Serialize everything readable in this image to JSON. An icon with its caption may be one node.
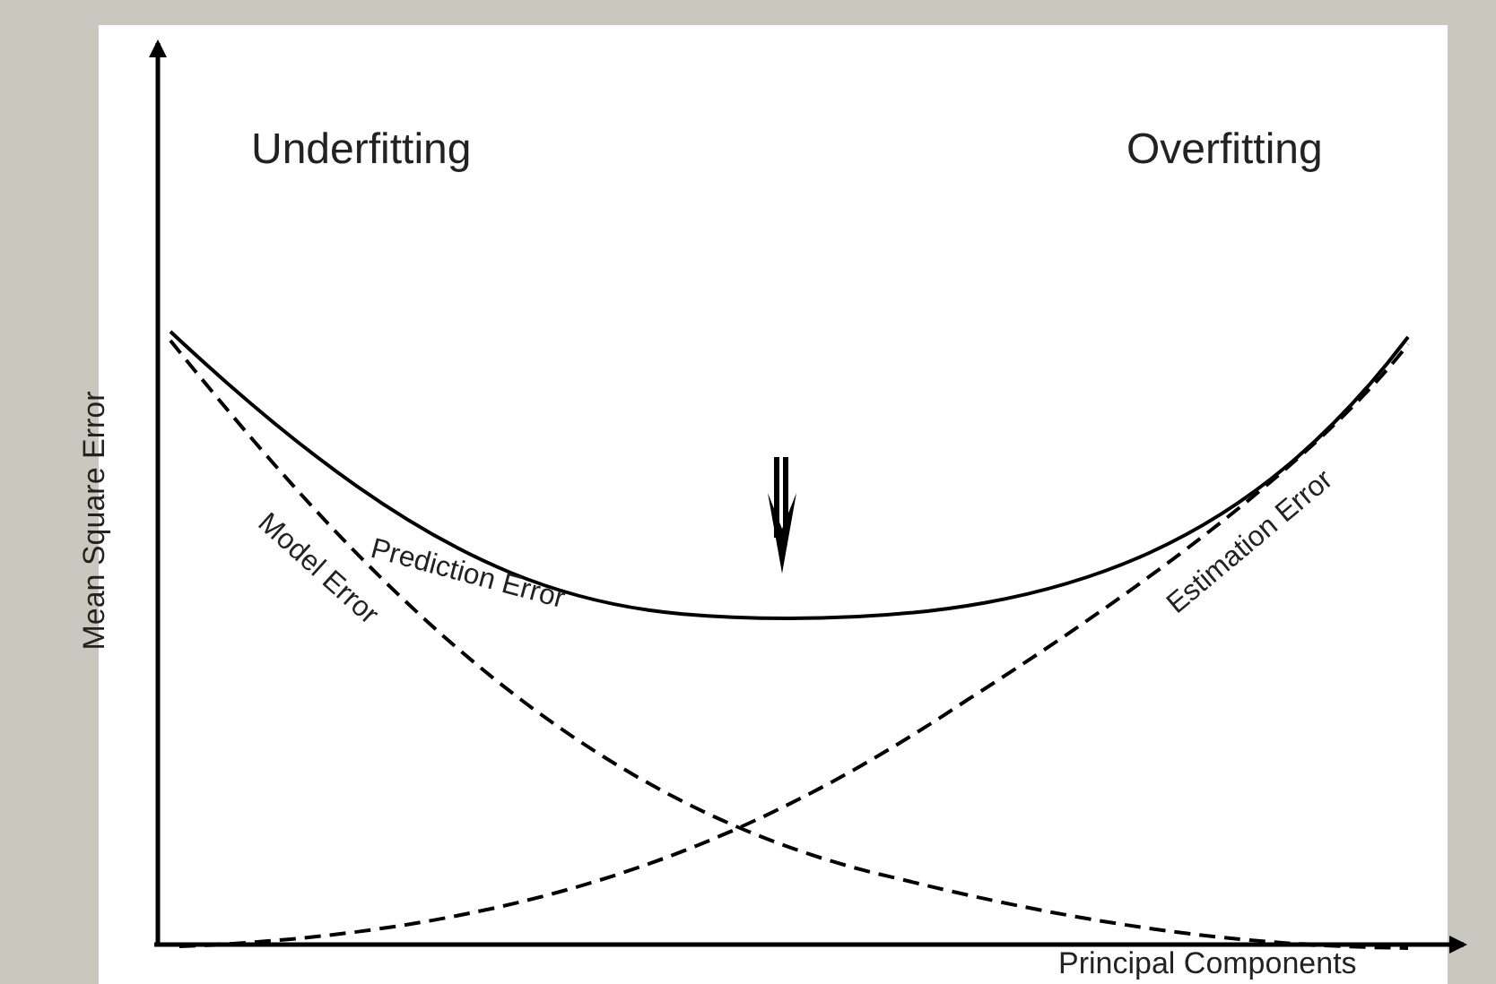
{
  "diagram": {
    "labels": [
      "Underfitting",
      "Overfitting",
      "Mean Square Error",
      "Prediction Error",
      "Model Error",
      "Estimation Error",
      "Principal Components"
    ]
  }
}
